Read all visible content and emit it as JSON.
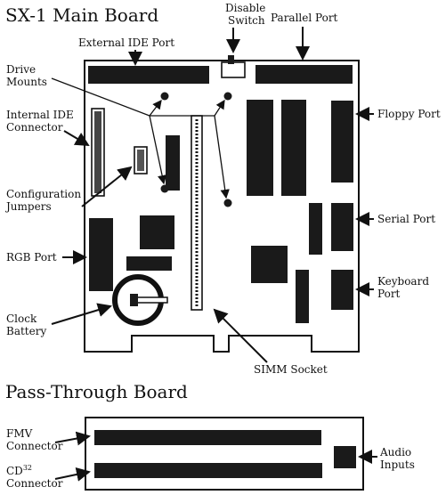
{
  "titles": {
    "main_board": "SX-1 Main Board",
    "pass_through_board": "Pass-Through Board"
  },
  "labels": {
    "disable_switch_1": "Disable",
    "disable_switch_2": "Switch",
    "parallel_port": "Parallel Port",
    "external_ide_port": "External IDE Port",
    "drive_mounts_1": "Drive",
    "drive_mounts_2": "Mounts",
    "internal_ide_1": "Internal IDE",
    "internal_ide_2": "Connector",
    "floppy_port": "Floppy Port",
    "config_jumpers_1": "Configuration",
    "config_jumpers_2": "Jumpers",
    "serial_port": "Serial Port",
    "rgb_port": "RGB Port",
    "keyboard_port_1": "Keyboard",
    "keyboard_port_2": "Port",
    "clock_battery_1": "Clock",
    "clock_battery_2": "Battery",
    "simm_socket": "SIMM Socket",
    "fmv_connector_1": "FMV",
    "fmv_connector_2": "Connector",
    "cd32_connector_1": "CD",
    "cd32_superscript": "32",
    "cd32_connector_2": "Connector",
    "audio_inputs_1": "Audio",
    "audio_inputs_2": "Inputs"
  }
}
